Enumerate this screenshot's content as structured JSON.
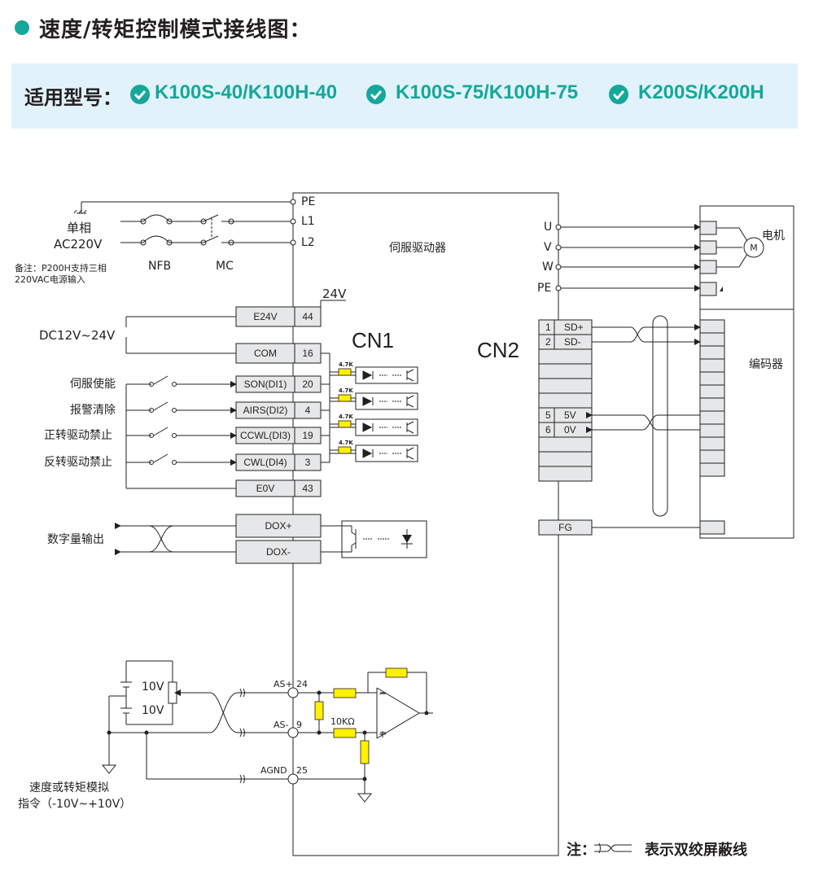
{
  "header": {
    "title": "速度/转矩控制模式接线图：",
    "models_label": "适用型号：",
    "models": [
      "K100S-40/K100H-40",
      "K100S-75/K100H-75",
      "K200S/K200H"
    ],
    "accent_color": "#15a89a",
    "bar_color": "#e2f2fb"
  },
  "power": {
    "supply_line1": "单相",
    "supply_line2": "AC220V",
    "breaker": "NFB",
    "contactor": "MC",
    "note_line1": "备注：P200H支持三相",
    "note_line2": "220VAC电源输入",
    "terminals": [
      "PE",
      "L1",
      "L2"
    ]
  },
  "driver": {
    "label": "伺服驱动器"
  },
  "cn1": {
    "label": "CN1",
    "voltage": "24V",
    "supply_label": "DC12V~24V",
    "resistor": "4.7K",
    "pins": [
      {
        "name": "E24V",
        "num": "44"
      },
      {
        "name": "COM",
        "num": "16"
      },
      {
        "name": "SON(DI1)",
        "num": "20"
      },
      {
        "name": "AIRS(DI2)",
        "num": "4"
      },
      {
        "name": "CCWL(DI3)",
        "num": "19"
      },
      {
        "name": "CWL(DI4)",
        "num": "3"
      },
      {
        "name": "E0V",
        "num": "43"
      }
    ],
    "inputs": [
      "伺服使能",
      "报警清除",
      "正转驱动禁止",
      "反转驱动禁止"
    ],
    "outputs": [
      "DOX+",
      "DOX-"
    ],
    "output_label": "数字量输出"
  },
  "analog": {
    "v1": "10V",
    "v2": "10V",
    "pins": [
      {
        "name": "AS+",
        "num": "24"
      },
      {
        "name": "AS-",
        "num": "9"
      },
      {
        "name": "AGND",
        "num": "25"
      }
    ],
    "resistor": "10KΩ",
    "caption_line1": "速度或转矩模拟",
    "caption_line2": "指令（-10V~+10V）"
  },
  "cn2": {
    "label": "CN2",
    "rows": [
      {
        "num": "1",
        "name": "SD+"
      },
      {
        "num": "2",
        "name": "SD-"
      },
      {
        "num": "5",
        "name": "5V"
      },
      {
        "num": "6",
        "name": "0V"
      }
    ],
    "fg": "FG"
  },
  "motor": {
    "terminals": [
      "U",
      "V",
      "W",
      "PE"
    ],
    "label": "电机",
    "symbol": "M",
    "encoder": "编码器"
  },
  "legend": {
    "prefix": "注：",
    "text": "表示双绞屏蔽线"
  }
}
